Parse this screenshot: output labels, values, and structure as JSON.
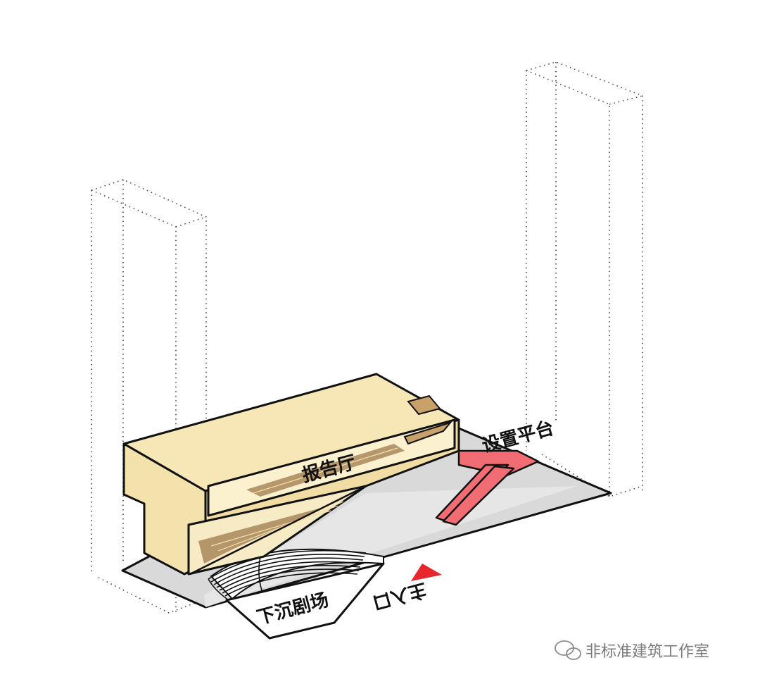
{
  "labels": {
    "auditorium": "报告厅",
    "platform": "设置平台",
    "sunken_theatre": "下沉剧场",
    "main_entrance": "主入口"
  },
  "watermark": "非标准建筑工作室",
  "icons": {
    "entrance_marker": "triangle-icon",
    "watermark_logo": "wechat-icon"
  },
  "colors": {
    "volume_fill": "#f4e2ad",
    "volume_inner": "#fbf1cf",
    "seating": "#a9875a",
    "platform_red": "#f26d73",
    "ground_grey": "#d9d9d9",
    "entrance_red": "#e8262d",
    "outline": "#111111"
  }
}
